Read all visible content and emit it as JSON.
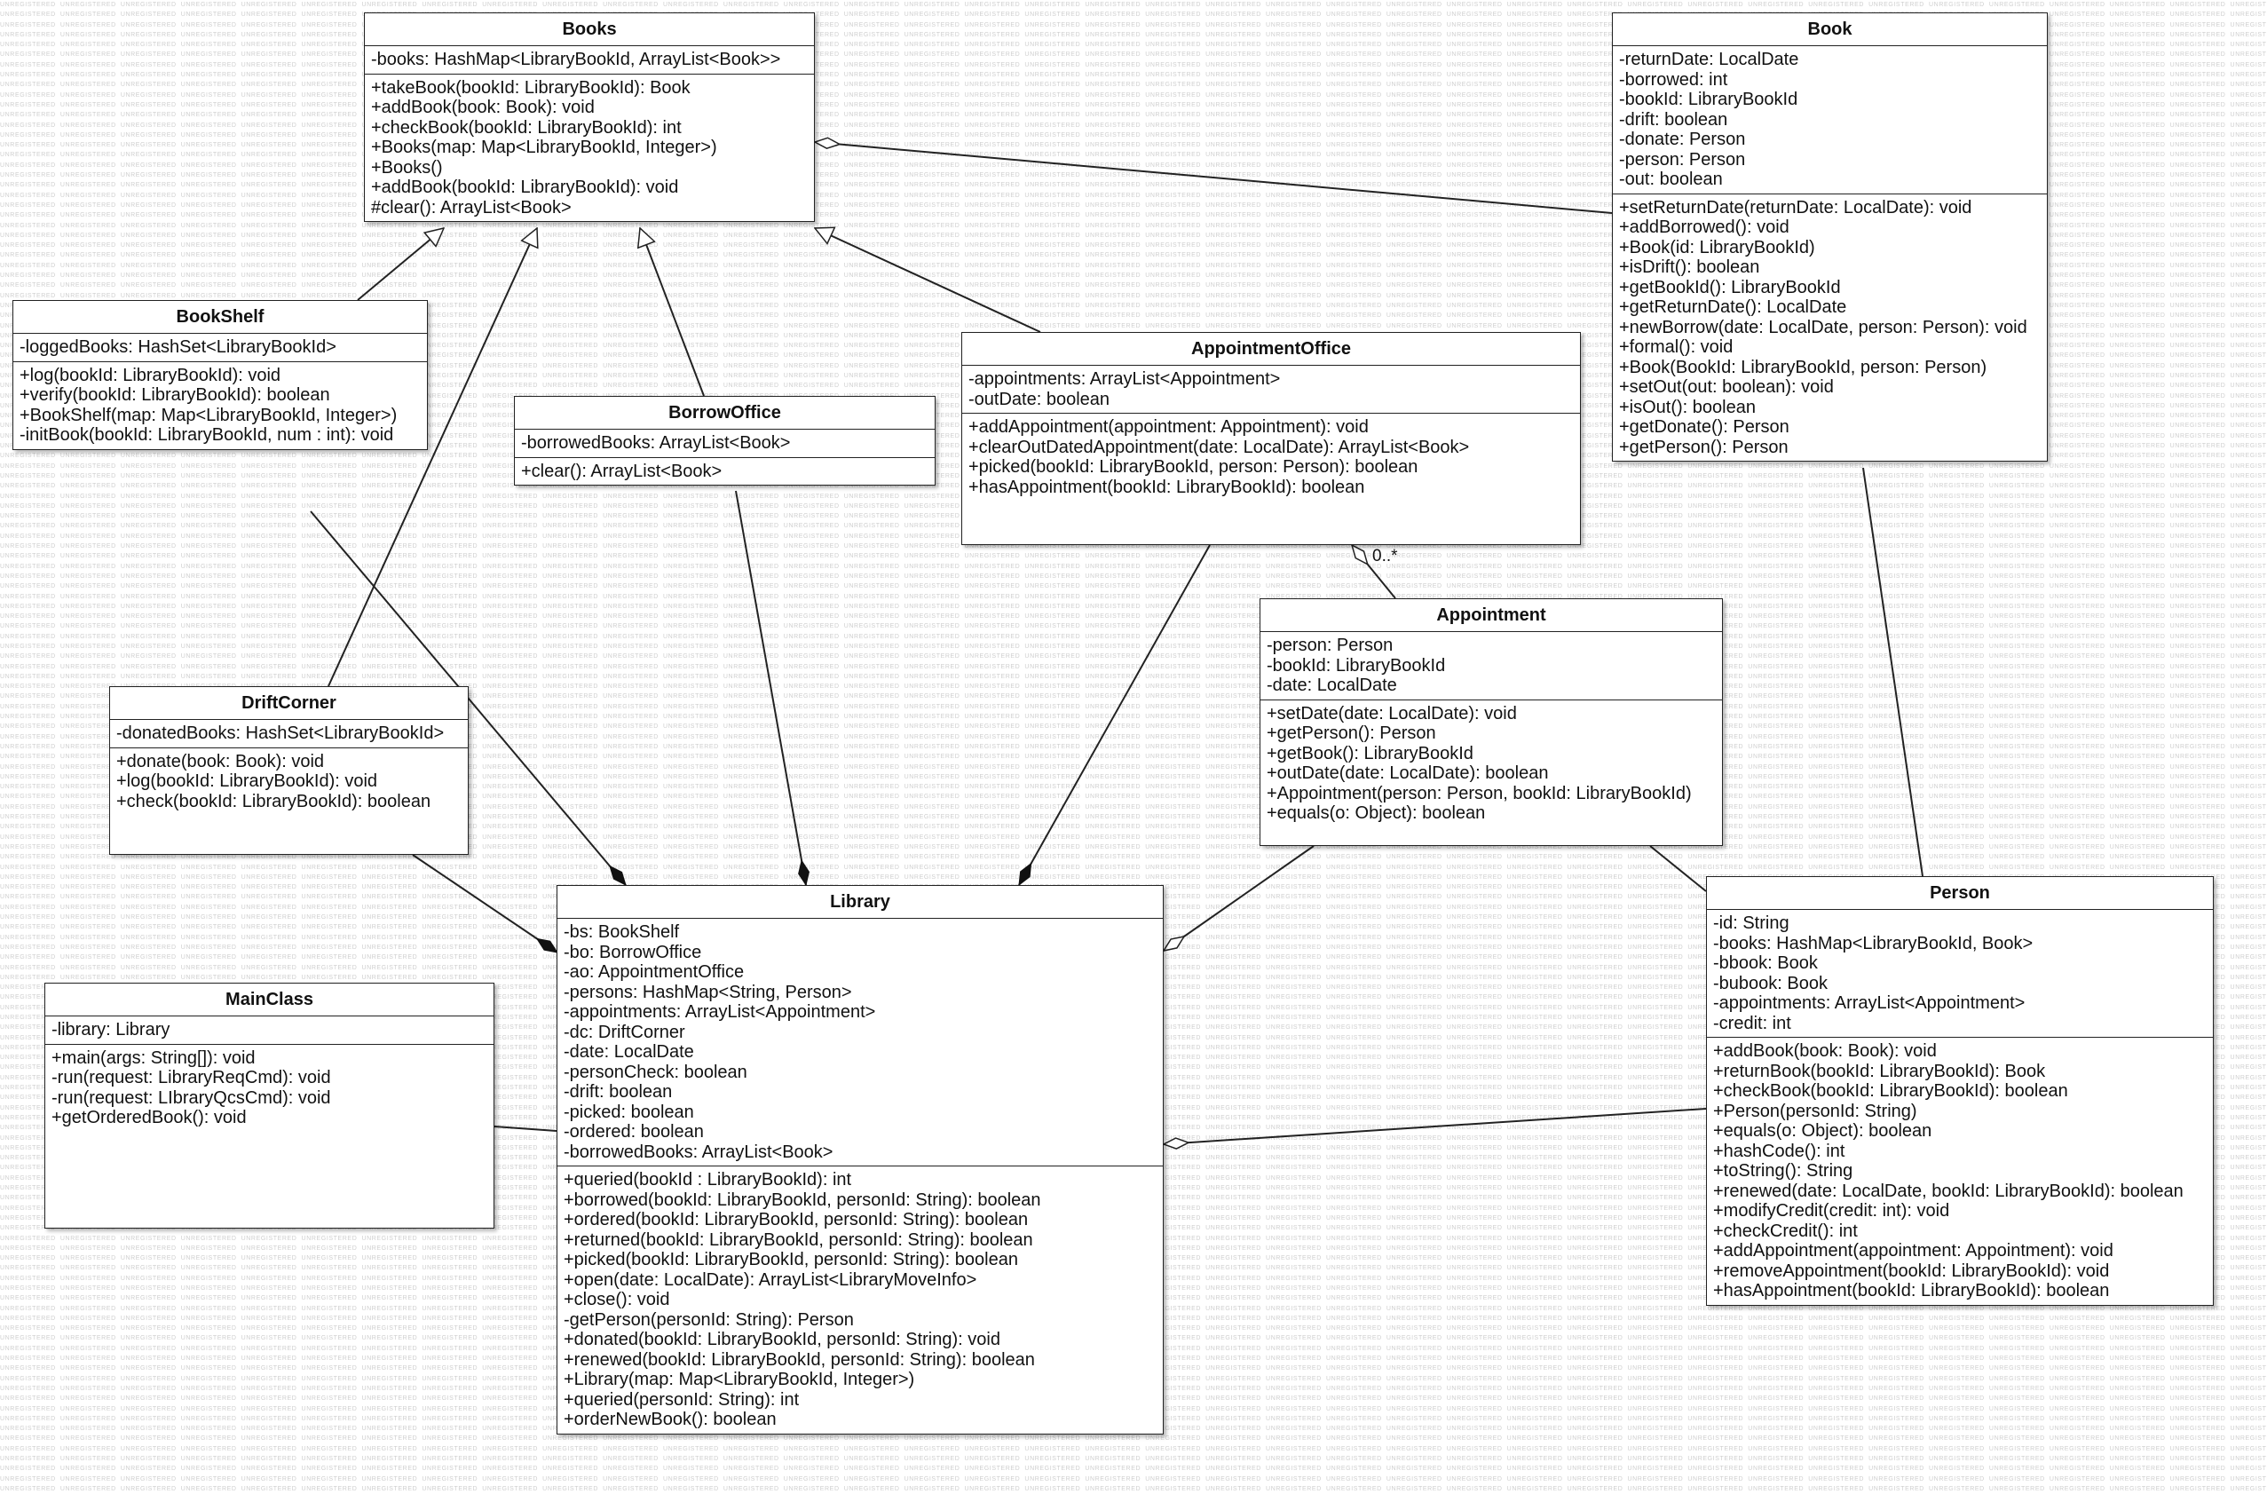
{
  "watermark_text": "UNREGISTERED",
  "classes": {
    "Books": {
      "name": "Books",
      "attributes": [
        "-books: HashMap<LibraryBookId, ArrayList<Book>>"
      ],
      "operations": [
        "+takeBook(bookId: LibraryBookId): Book",
        "+addBook(book: Book): void",
        "+checkBook(bookId: LibraryBookId): int",
        "+Books(map: Map<LibraryBookId, Integer>)",
        "+Books()",
        "+addBook(bookId: LibraryBookId): void",
        "#clear(): ArrayList<Book>"
      ]
    },
    "Book": {
      "name": "Book",
      "attributes": [
        "-returnDate: LocalDate",
        "-borrowed: int",
        "-bookId: LibraryBookId",
        "-drift: boolean",
        "-donate: Person",
        "-person: Person",
        "-out: boolean"
      ],
      "operations": [
        "+setReturnDate(returnDate: LocalDate): void",
        "+addBorrowed(): void",
        "+Book(id: LibraryBookId)",
        "+isDrift(): boolean",
        "+getBookId(): LibraryBookId",
        "+getReturnDate(): LocalDate",
        "+newBorrow(date: LocalDate, person: Person): void",
        "+formal(): void",
        "+Book(BookId: LibraryBookId, person: Person)",
        "+setOut(out: boolean): void",
        "+isOut(): boolean",
        "+getDonate(): Person",
        "+getPerson(): Person"
      ]
    },
    "BookShelf": {
      "name": "BookShelf",
      "attributes": [
        "-loggedBooks: HashSet<LibraryBookId>"
      ],
      "operations": [
        "+log(bookId: LibraryBookId): void",
        "+verify(bookId: LibraryBookId): boolean",
        "+BookShelf(map: Map<LibraryBookId, Integer>)",
        "-initBook(bookId: LibraryBookId, num : int): void"
      ]
    },
    "BorrowOffice": {
      "name": "BorrowOffice",
      "attributes": [
        "-borrowedBooks: ArrayList<Book>"
      ],
      "operations": [
        "+clear(): ArrayList<Book>"
      ]
    },
    "AppointmentOffice": {
      "name": "AppointmentOffice",
      "attributes": [
        "-appointments: ArrayList<Appointment>",
        "-outDate: boolean"
      ],
      "operations": [
        "+addAppointment(appointment: Appointment): void",
        "+clearOutDatedAppointment(date: LocalDate): ArrayList<Book>",
        "+picked(bookId: LibraryBookId, person: Person): boolean",
        "+hasAppointment(bookId: LibraryBookId): boolean"
      ]
    },
    "Appointment": {
      "name": "Appointment",
      "attributes": [
        "-person: Person",
        "-bookId: LibraryBookId",
        "-date: LocalDate"
      ],
      "operations": [
        "+setDate(date: LocalDate): void",
        "+getPerson(): Person",
        "+getBook(): LibraryBookId",
        "+outDate(date: LocalDate): boolean",
        "+Appointment(person: Person, bookId: LibraryBookId)",
        "+equals(o: Object): boolean"
      ]
    },
    "DriftCorner": {
      "name": "DriftCorner",
      "attributes": [
        "-donatedBooks: HashSet<LibraryBookId>"
      ],
      "operations": [
        "+donate(book: Book): void",
        "+log(bookId: LibraryBookId): void",
        "+check(bookId: LibraryBookId): boolean"
      ]
    },
    "Library": {
      "name": "Library",
      "attributes": [
        "-bs: BookShelf",
        "-bo: BorrowOffice",
        "-ao: AppointmentOffice",
        "-persons: HashMap<String, Person>",
        "-appointments: ArrayList<Appointment>",
        "-dc: DriftCorner",
        "-date: LocalDate",
        "-personCheck: boolean",
        "-drift: boolean",
        "-picked: boolean",
        "-ordered: boolean",
        "-borrowedBooks: ArrayList<Book>"
      ],
      "operations": [
        "+queried(bookId : LibraryBookId): int",
        "+borrowed(bookId: LibraryBookId, personId: String): boolean",
        "+ordered(bookId: LibraryBookId, personId: String): boolean",
        "+returned(bookId: LibraryBookId, personId: String): boolean",
        "+picked(bookId: LibraryBookId, personId: String): boolean",
        "+open(date: LocalDate): ArrayList<LibraryMoveInfo>",
        "+close(): void",
        "-getPerson(personId: String): Person",
        "+donated(bookId: LibraryBookId, personId: String): void",
        "+renewed(bookId: LibraryBookId, personId: String): boolean",
        "+Library(map: Map<LibraryBookId, Integer>)",
        "+queried(personId: String): int",
        "+orderNewBook(): boolean"
      ]
    },
    "MainClass": {
      "name": "MainClass",
      "attributes": [
        "-library: Library"
      ],
      "operations": [
        "+main(args: String[]): void",
        "-run(request: LibraryReqCmd): void",
        "-run(request: LIbraryQcsCmd): void",
        "+getOrderedBook(): void"
      ]
    },
    "Person": {
      "name": "Person",
      "attributes": [
        "-id: String",
        "-books: HashMap<LibraryBookId, Book>",
        "-bbook: Book",
        "-bubook: Book",
        "-appointments: ArrayList<Appointment>",
        "-credit: int"
      ],
      "operations": [
        "+addBook(book: Book): void",
        "+returnBook(bookId: LibraryBookId): Book",
        "+checkBook(bookId: LibraryBookId): boolean",
        "+Person(personId: String)",
        "+equals(o: Object): boolean",
        "+hashCode(): int",
        "+toString(): String",
        "+renewed(date: LocalDate, bookId: LibraryBookId): boolean",
        "+modifyCredit(credit: int): void",
        "+checkCredit(): int",
        "+addAppointment(appointment: Appointment): void",
        "+removeAppointment(bookId: LibraryBookId): void",
        "+hasAppointment(bookId: LibraryBookId): boolean"
      ]
    }
  },
  "multiplicity_appointment": "0..*"
}
